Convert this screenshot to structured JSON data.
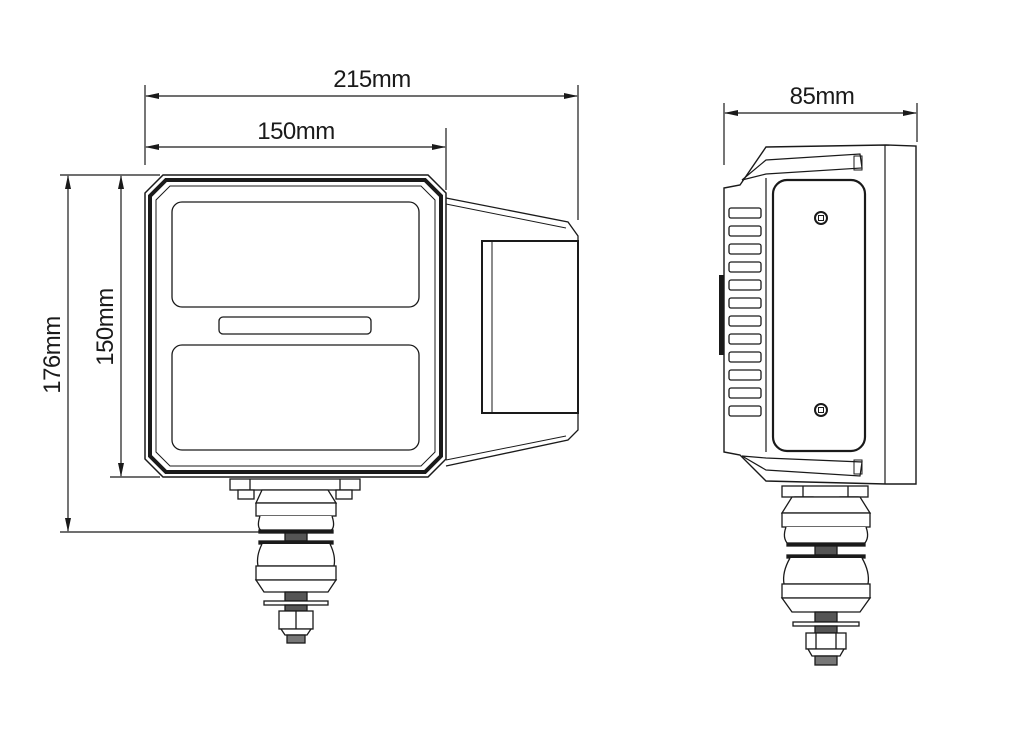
{
  "drawing": {
    "type": "technical dimension drawing",
    "subject": "rectangular LED work lamp with pedestal mount",
    "line_color": "#1a1a1a",
    "background": "#ffffff"
  },
  "front_view": {
    "dimensions": {
      "overall_width": "215mm",
      "housing_width": "150mm",
      "overall_height": "176mm",
      "housing_height": "150mm"
    },
    "features": [
      "upper lens panel",
      "center indicator bar",
      "lower lens panel",
      "rear housing",
      "bolt mount"
    ]
  },
  "side_view": {
    "dimensions": {
      "depth": "85mm"
    },
    "features": [
      "cooling fins",
      "bracket plate",
      "two screws",
      "bolt mount"
    ],
    "fin_count": 12
  }
}
